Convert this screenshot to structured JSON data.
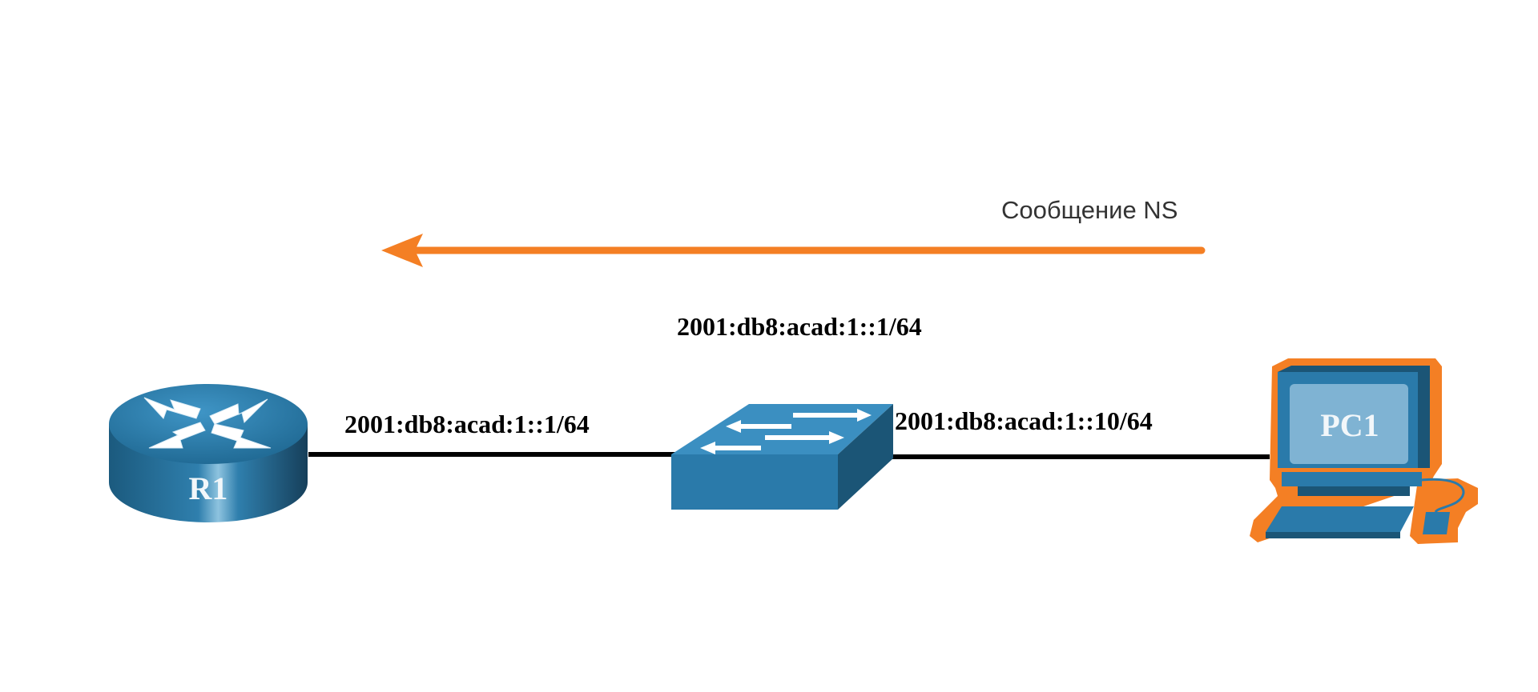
{
  "message": {
    "label": "Сообщение NS"
  },
  "devices": {
    "router": {
      "name": "R1"
    },
    "switch": {
      "name": ""
    },
    "pc": {
      "name": "PC1"
    }
  },
  "addresses": {
    "switch_top": "2001:db8:acad:1::1/64",
    "router_link": "2001:db8:acad:1::1/64",
    "pc_link": "2001:db8:acad:1::10/64"
  },
  "colors": {
    "highlight": "#f47f24",
    "device_blue": "#2a7aaa",
    "device_dark": "#1b5576",
    "link": "#000000"
  },
  "icons": [
    "router-icon",
    "switch-icon",
    "pc-icon",
    "arrow-left-icon"
  ]
}
